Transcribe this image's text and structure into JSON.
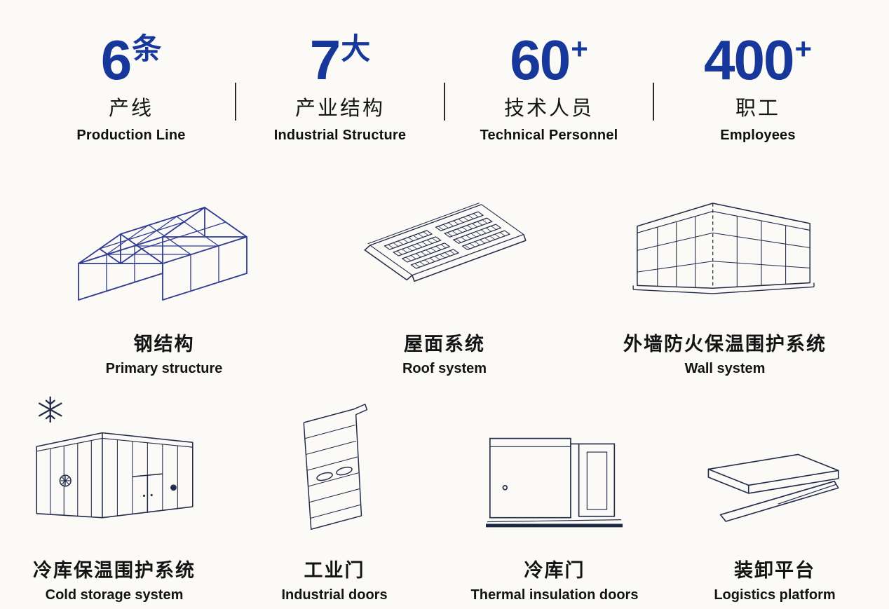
{
  "page": {
    "background_color": "#fbfaf7",
    "accent_color": "#17379b",
    "text_color": "#141414",
    "line_color": "#232c49",
    "steel_line_color": "#2f3b93"
  },
  "stats": [
    {
      "number": "6",
      "suffix": "条",
      "label_cn": "产线",
      "label_en": "Production Line"
    },
    {
      "number": "7",
      "suffix": "大",
      "label_cn": "产业结构",
      "label_en": "Industrial Structure"
    },
    {
      "number": "60",
      "suffix": "+",
      "label_cn": "技术人员",
      "label_en": "Technical Personnel"
    },
    {
      "number": "400",
      "suffix": "+",
      "label_cn": "职工",
      "label_en": "Employees"
    }
  ],
  "products_row1": [
    {
      "icon": "steel-structure-illustration",
      "label_cn": "钢结构",
      "label_en": "Primary structure"
    },
    {
      "icon": "roof-system-illustration",
      "label_cn": "屋面系统",
      "label_en": "Roof system"
    },
    {
      "icon": "wall-system-illustration",
      "label_cn": "外墙防火保温围护系统",
      "label_en": "Wall system"
    }
  ],
  "products_row2": [
    {
      "icon": "cold-storage-illustration",
      "label_cn": "冷库保温围护系统",
      "label_en": "Cold storage system"
    },
    {
      "icon": "industrial-door-illustration",
      "label_cn": "工业门",
      "label_en": "Industrial doors"
    },
    {
      "icon": "cold-storage-door-illustration",
      "label_cn": "冷库门",
      "label_en": "Thermal insulation doors"
    },
    {
      "icon": "loading-dock-illustration",
      "label_cn": "装卸平台",
      "label_en": "Logistics platform"
    }
  ]
}
